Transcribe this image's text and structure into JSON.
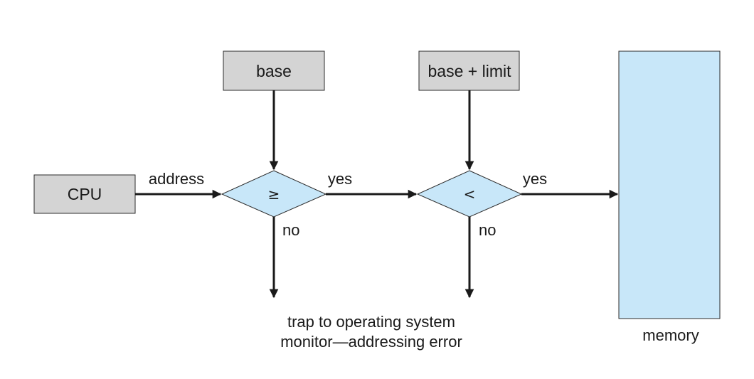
{
  "diagram": {
    "cpu_label": "CPU",
    "base_label": "base",
    "base_limit_label": "base + limit",
    "address_label": "address",
    "ge_symbol": "≥",
    "lt_symbol": "<",
    "yes_label_1": "yes",
    "yes_label_2": "yes",
    "no_label_1": "no",
    "no_label_2": "no",
    "trap_line_1": "trap to operating system",
    "trap_line_2": "monitor—addressing error",
    "memory_label": "memory"
  },
  "colors": {
    "register_fill": "#d4d4d4",
    "decision_fill": "#c8e7f9",
    "memory_fill": "#c8e7f9",
    "stroke": "#2b2b2b",
    "arrow": "#1a1a1a"
  }
}
